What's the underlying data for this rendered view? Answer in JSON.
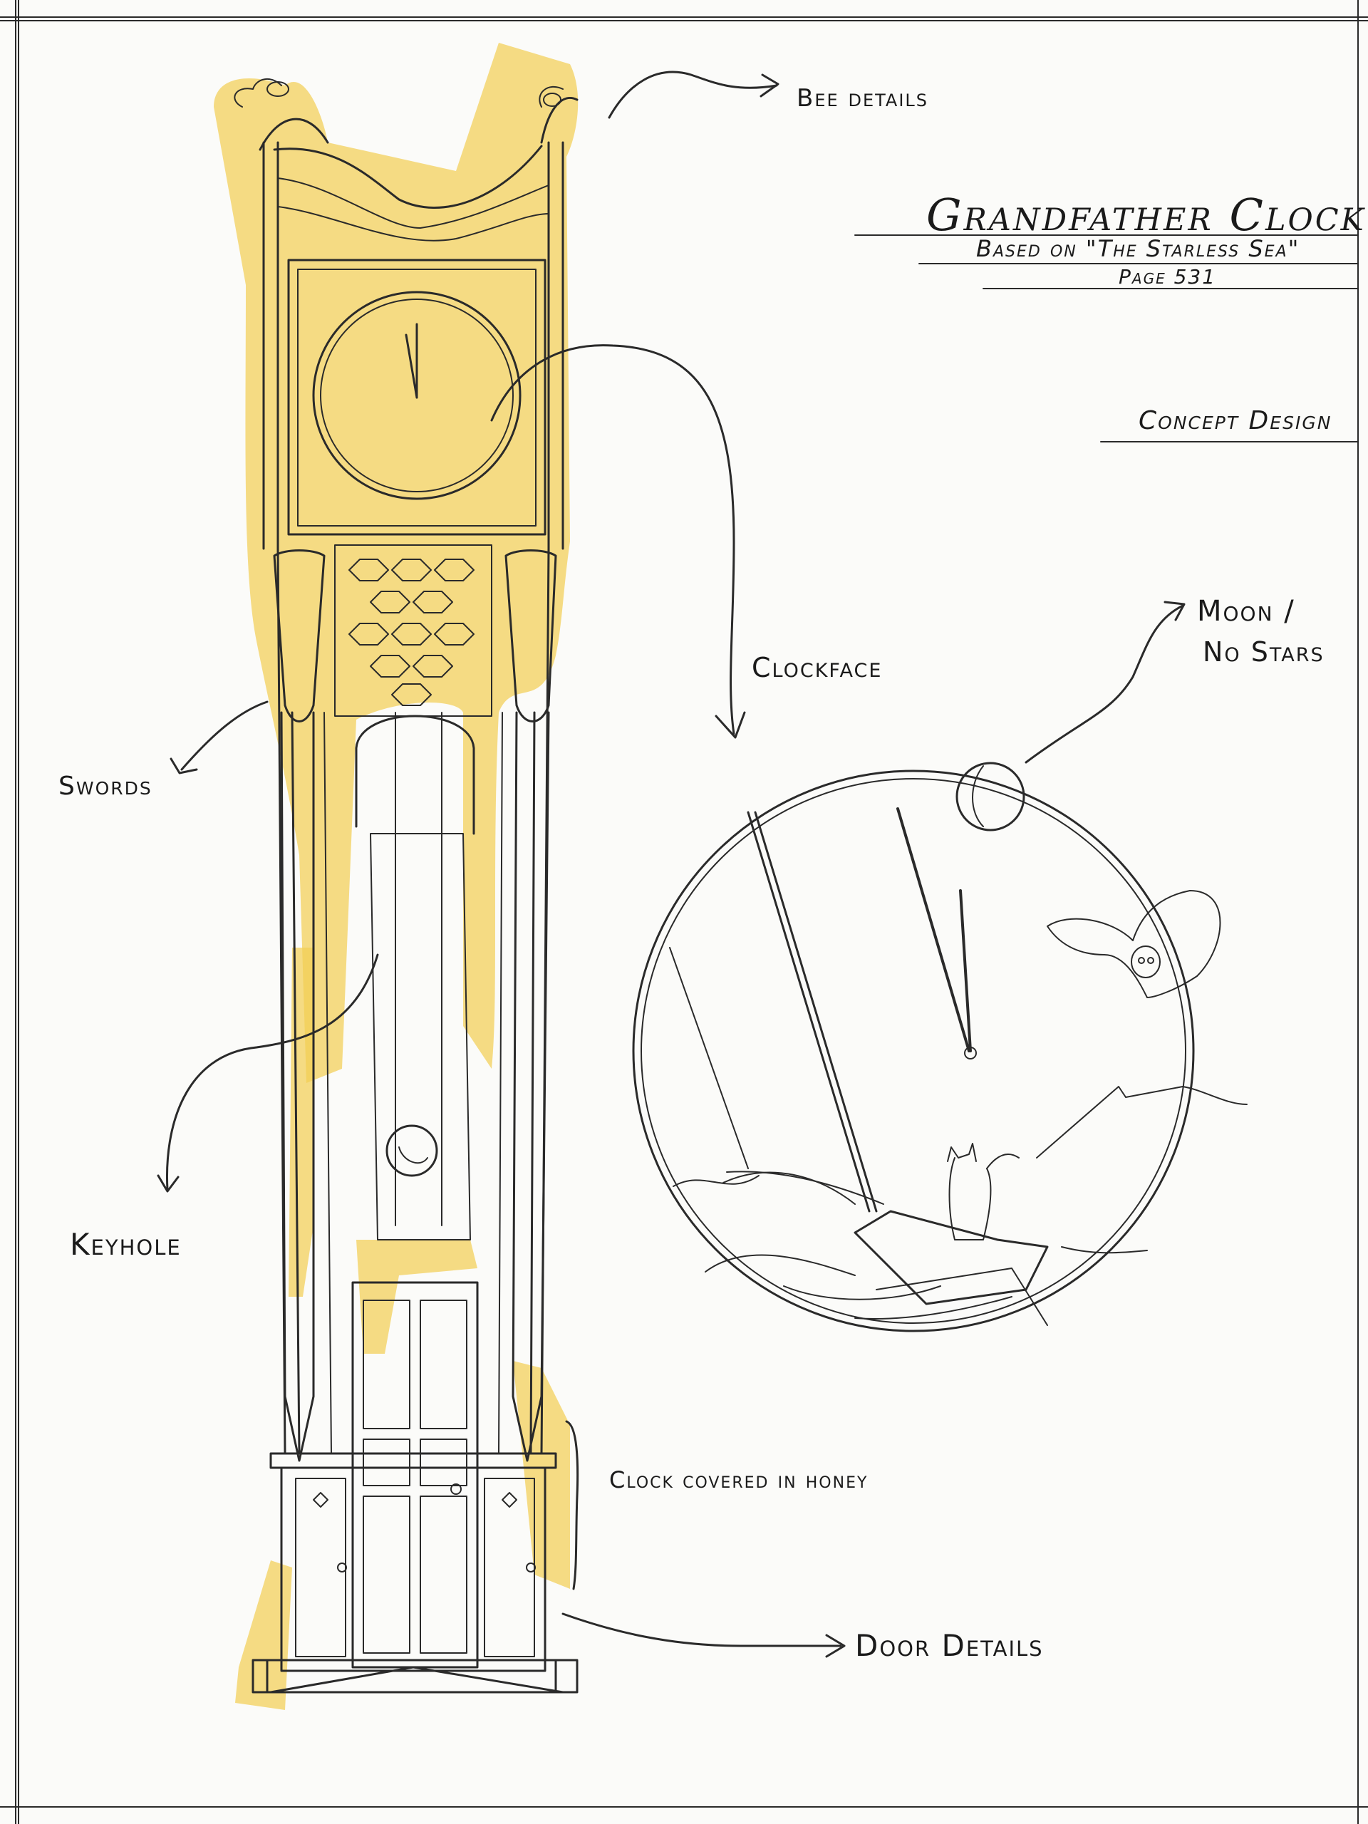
{
  "title_block": {
    "title": "Grandfather Clock",
    "subtitle": "Based on \"The Starless Sea\"",
    "page": "Page 531",
    "stamp": "Concept Design"
  },
  "annotations": {
    "bee_details": "Bee details",
    "clockface": "Clockface",
    "moon": "Moon /",
    "no_stars": "No Stars",
    "swords": "Swords",
    "keyhole": "Keyhole",
    "honey": "Clock covered in honey",
    "door_details": "Door Details"
  },
  "colors": {
    "ink": "#2a2a2a",
    "honey": "#f2cf54",
    "paper": "#fbfbf9"
  }
}
